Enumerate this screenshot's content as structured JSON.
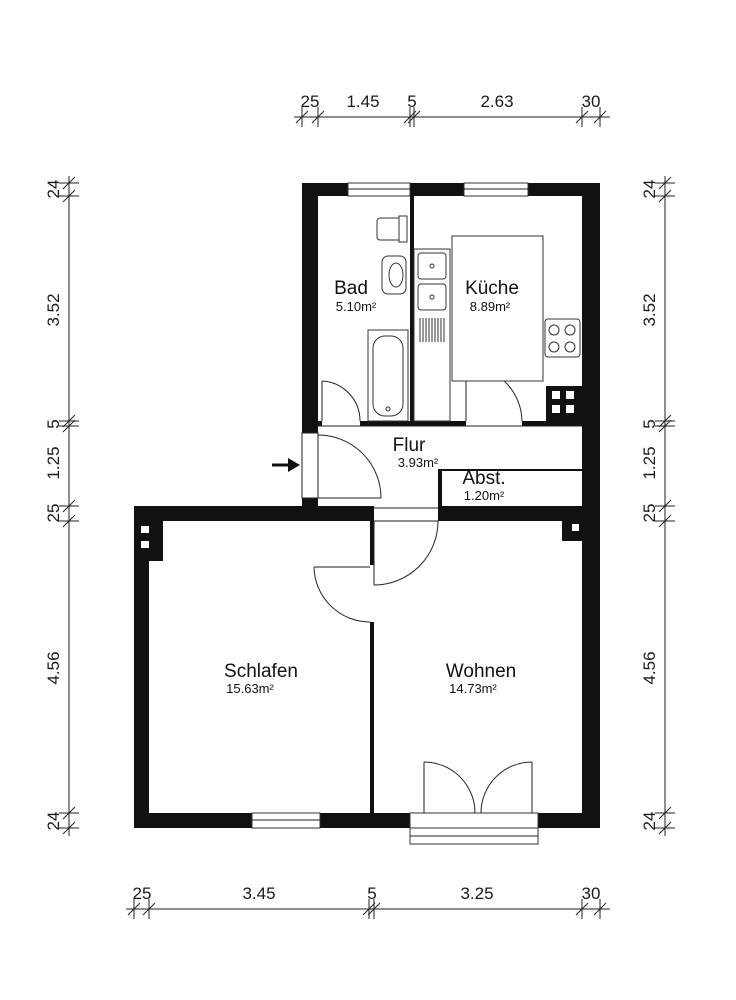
{
  "dimensions": {
    "top": [
      "25",
      "1.45",
      "5",
      "2.63",
      "30"
    ],
    "bottom": [
      "25",
      "3.45",
      "5",
      "3.25",
      "30"
    ],
    "left": [
      "24",
      "3.52",
      "5",
      "1.25",
      "25",
      "4.56",
      "24"
    ],
    "right": [
      "24",
      "3.52",
      "5",
      "1.25",
      "25",
      "4.56",
      "24"
    ]
  },
  "rooms": {
    "bad": {
      "name": "Bad",
      "area": "5.10m²"
    },
    "kueche": {
      "name": "Küche",
      "area": "8.89m²"
    },
    "flur": {
      "name": "Flur",
      "area": "3.93m²"
    },
    "abst": {
      "name": "Abst.",
      "area": "1.20m²"
    },
    "schlafen": {
      "name": "Schlafen",
      "area": "15.63m²"
    },
    "wohnen": {
      "name": "Wohnen",
      "area": "14.73m²"
    }
  },
  "icons": {
    "entrance": "entrance-arrow-icon",
    "stove": "stove-icon",
    "sink": "sink-icon",
    "toilet": "toilet-icon",
    "bathtub": "bathtub-icon",
    "washbasin": "washbasin-icon"
  }
}
